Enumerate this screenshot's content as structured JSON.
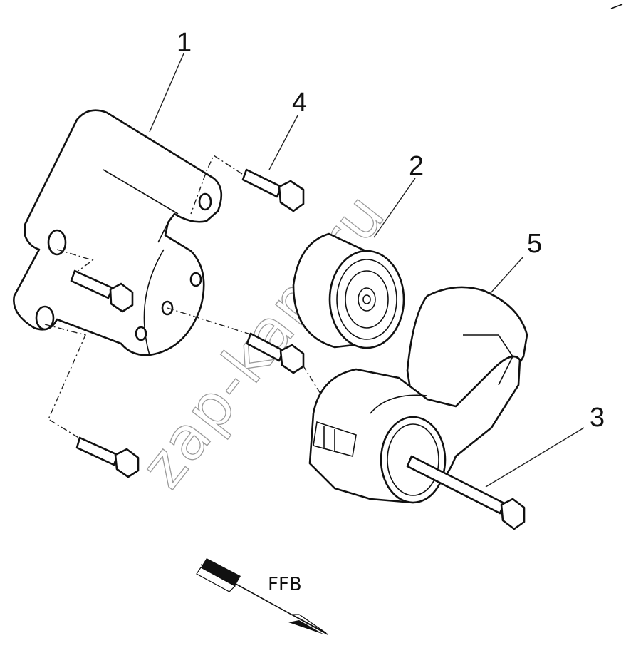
{
  "callouts": [
    "1",
    "2",
    "3",
    "4",
    "5"
  ],
  "direction_label": "FFB",
  "watermark": "zap-kam.ru"
}
